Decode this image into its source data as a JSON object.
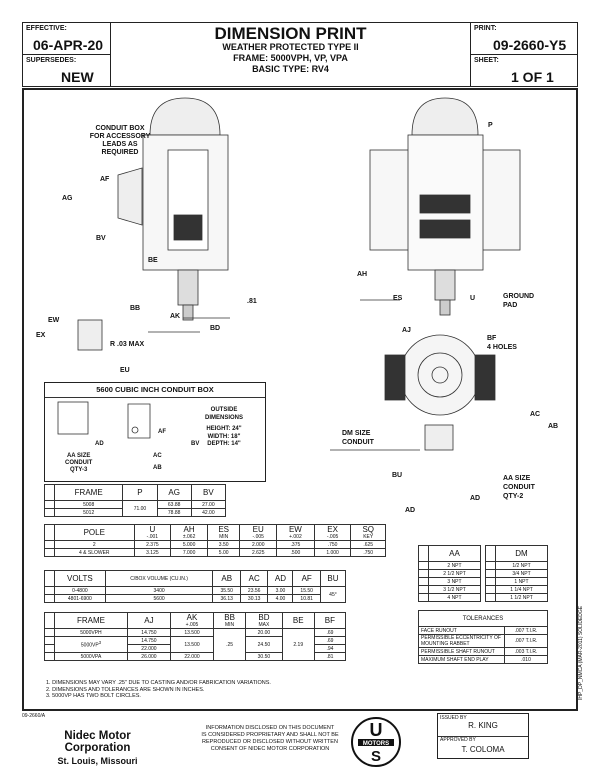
{
  "header": {
    "effective_label": "EFFECTIVE:",
    "effective": "06-APR-20",
    "supersedes_label": "SUPERSEDES:",
    "supersedes": "NEW",
    "title": "DIMENSION PRINT",
    "subtitle": "WEATHER PROTECTED TYPE II",
    "frame": "FRAME:  5000VPH, VP, VPA",
    "basic_type": "BASIC TYPE:  RV4",
    "print_label": "PRINT:",
    "print": "09-2660-Y5",
    "sheet_label": "SHEET:",
    "sheet": "1 OF 1"
  },
  "drawing": {
    "conduit_box": "CONDUIT BOX",
    "for_accessory": "FOR ACCESSORY",
    "leads_as": "LEADS AS",
    "required": "REQUIRED",
    "AF": "AF",
    "AG": "AG",
    "BV": "BV",
    "BE": "BE",
    "BB": "BB",
    "AK": "AK",
    "BD": "BD",
    "d81": ".81",
    "EW": "EW",
    "EX": "EX",
    "EU": "EU",
    "R03": "R .03 MAX",
    "P": "P",
    "AH": "AH",
    "ES": "ES",
    "U": "U",
    "ground": "GROUND",
    "pad": "PAD",
    "AJ": "AJ",
    "BF": "BF",
    "holes": "4 HOLES",
    "AC": "AC",
    "AB": "AB",
    "dm_size": "DM SIZE",
    "conduit": "CONDUIT",
    "BU": "BU",
    "AD": "AD",
    "aa_size": "AA SIZE",
    "qty2": "QTY-2"
  },
  "cbox": {
    "title": "5600 CUBIC INCH CONDUIT BOX",
    "outside": "OUTSIDE",
    "dimensions": "DIMENSIONS",
    "height": "HEIGHT: 24\"",
    "width": "WIDTH: 18\"",
    "depth": "DEPTH: 14\"",
    "AD": "AD",
    "AF": "AF",
    "AC": "AC",
    "AB": "AB",
    "BV": "BV",
    "aa_size": "AA SIZE",
    "conduit": "CONDUIT",
    "qty3": "QTY-3"
  },
  "frame_table": {
    "headers": [
      "FRAME",
      "P",
      "AG",
      "BV"
    ],
    "rows": [
      [
        "5008",
        "71.00",
        "63.88",
        "27.00"
      ],
      [
        "5012",
        "",
        "78.88",
        "42.00"
      ]
    ]
  },
  "pole_table": {
    "headers": [
      [
        "POLE",
        ""
      ],
      [
        "U",
        "-.001"
      ],
      [
        "AH",
        "±.062"
      ],
      [
        "ES",
        "MIN"
      ],
      [
        "EU",
        "-.005"
      ],
      [
        "EW",
        "+.002"
      ],
      [
        "EX",
        "-.005"
      ],
      [
        "SQ",
        "KEY"
      ]
    ],
    "rows": [
      [
        "2",
        "2.375",
        "5.000",
        "3.50",
        "2.000",
        ".375",
        ".750",
        ".625"
      ],
      [
        "4 & SLOWER",
        "3.125",
        "7.000",
        "5.00",
        "2.625",
        ".500",
        "1.000",
        ".750"
      ]
    ]
  },
  "volts_table": {
    "headers": [
      "VOLTS",
      "C/BOX VOLUME (CU.IN.)",
      "AB",
      "AC",
      "AD",
      "AF",
      "BU"
    ],
    "rows": [
      [
        "0-4800",
        "3400",
        "35.50",
        "23.56",
        "3.00",
        "15.50",
        "45°"
      ],
      [
        "4801-6900",
        "5600",
        "36.13",
        "30.13",
        "4.00",
        "10.81",
        ""
      ]
    ]
  },
  "frame2_table": {
    "headers": [
      [
        "FRAME",
        ""
      ],
      [
        "AJ",
        ""
      ],
      [
        "AK",
        "+.005"
      ],
      [
        "BB",
        "MIN"
      ],
      [
        "BD",
        "MAX"
      ],
      [
        "BE",
        ""
      ],
      [
        "BF",
        ""
      ]
    ],
    "r1": [
      "5000VPH",
      "14.750",
      "13.500",
      ".25",
      "20.00",
      "2.19",
      ".69"
    ],
    "r2": [
      "5000VP",
      "3",
      "14.750",
      "13.500",
      "24.50",
      ".69"
    ],
    "r3": [
      "22.000",
      ".94"
    ],
    "r4": [
      "5000VPA",
      "26.000",
      "22.000",
      "30.50",
      ".81"
    ]
  },
  "aa_table": {
    "header": "AA",
    "rows": [
      "2 NPT",
      "2 1/2 NPT",
      "3 NPT",
      "3 1/2 NPT",
      "4 NPT"
    ]
  },
  "dm_table": {
    "header": "DM",
    "rows": [
      "1/2 NPT",
      "3/4 NPT",
      "1 NPT",
      "1 1/4 NPT",
      "1 1/2 NPT"
    ]
  },
  "tolerances": {
    "title": "TOLERANCES",
    "rows": [
      [
        "FACE RUNOUT",
        ".007 T.I.R."
      ],
      [
        "PERMISSIBLE ECCENTRICITY OF MOUNTING RABBET",
        ".007 T.I.R."
      ],
      [
        "PERMISSIBLE SHAFT RUNOUT",
        ".003 T.I.R."
      ],
      [
        "MAXIMUM SHAFT END PLAY",
        ".010"
      ]
    ]
  },
  "notes": [
    "1. DIMENSIONS MAY VARY .25\" DUE TO CASTING AND/OR FABRICATION VARIATIONS.",
    "2. DIMENSIONS AND TOLERANCES ARE SHOWN IN INCHES.",
    "3. 5000VP HAS TWO BOLT CIRCLES."
  ],
  "footer": {
    "drawing_ref": "09-2660/A",
    "company": "Nidec Motor Corporation",
    "location": "St. Louis, Missouri",
    "disclaimer": [
      "INFORMATION DISCLOSED ON THIS DOCUMENT",
      "IS CONSIDERED PROPRIETARY AND SHALL NOT BE",
      "REPRODUCED OR DISCLOSED WITHOUT WRITTEN",
      "CONSENT OF NIDEC MOTOR CORPORATION"
    ],
    "logo_text": "US MOTORS",
    "issued_label": "ISSUED BY",
    "issued": "R. KING",
    "approved_label": "APPROVED BY",
    "approved": "T. COLOMA",
    "side_text": "IHP_DP_NMCA (MAR-2011) SOLIDEDGE"
  }
}
